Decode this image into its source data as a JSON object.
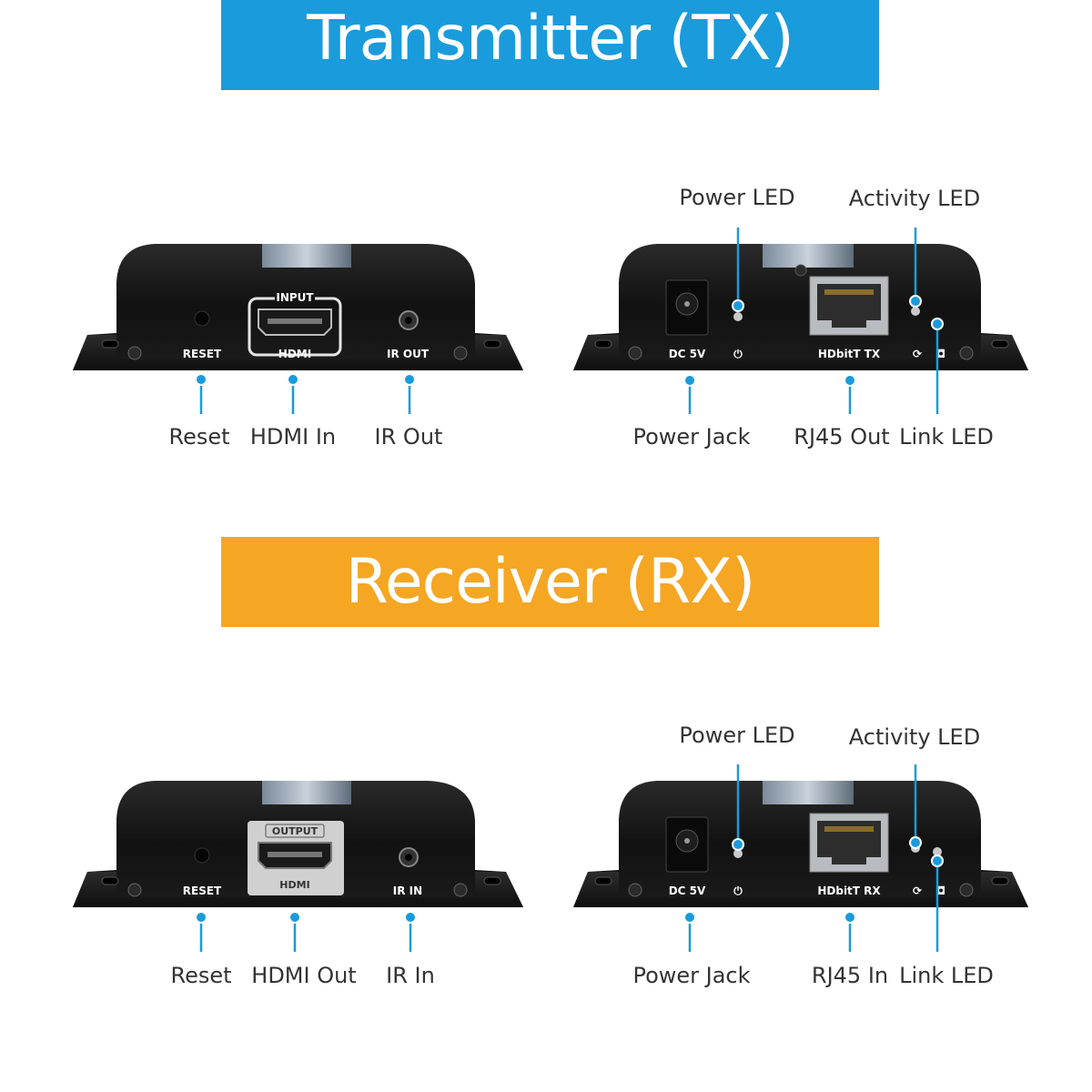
{
  "transmitter": {
    "title": "Transmitter (TX)",
    "front_silk": {
      "port_frame": "INPUT",
      "reset": "RESET",
      "hdmi": "HDMI",
      "ir": "IR OUT"
    },
    "back_silk": {
      "dc": "DC 5V",
      "rj45": "HDbitT TX"
    },
    "front_labels": {
      "reset": "Reset",
      "hdmi": "HDMI In",
      "ir": "IR Out"
    },
    "back_labels": {
      "power_led": "Power LED",
      "activity_led": "Activity LED",
      "power_jack": "Power Jack",
      "rj45": "RJ45 Out",
      "link_led": "Link LED"
    }
  },
  "receiver": {
    "title": "Receiver (RX)",
    "front_silk": {
      "port_frame": "OUTPUT",
      "reset": "RESET",
      "hdmi": "HDMI",
      "ir": "IR IN"
    },
    "back_silk": {
      "dc": "DC 5V",
      "rj45": "HDbitT RX"
    },
    "front_labels": {
      "reset": "Reset",
      "hdmi": "HDMI Out",
      "ir": "IR In"
    },
    "back_labels": {
      "power_led": "Power LED",
      "activity_led": "Activity LED",
      "power_jack": "Power Jack",
      "rj45": "RJ45 In",
      "link_led": "Link LED"
    }
  },
  "colors": {
    "tx_banner": "#1a9bdb",
    "rx_banner": "#f5a623",
    "callout": "#1a9bdb",
    "device_body": "#141414"
  }
}
